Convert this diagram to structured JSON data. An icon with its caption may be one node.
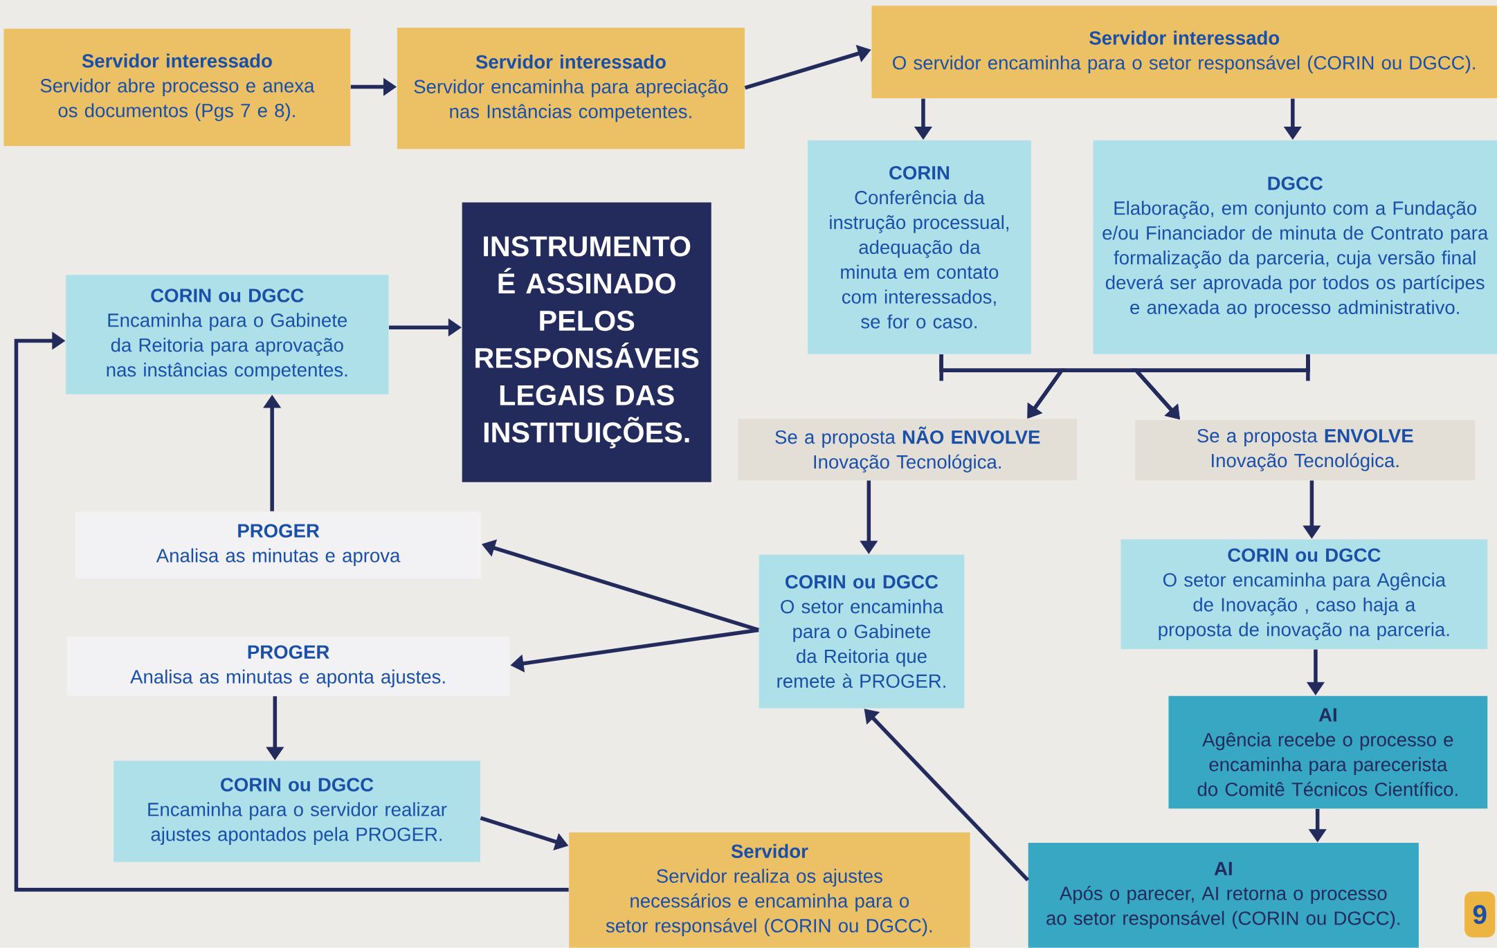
{
  "diagram": {
    "nodes": [
      {
        "text": [
          "Servidor interessado",
          "Servidor abre processo e anexa os documentos (Pgs 7 e 8)."
        ]
      },
      {
        "text": [
          "Servidor interessado",
          "Servidor encaminha para apreciação nas Instâncias competentes."
        ]
      },
      {
        "text": [
          "Servidor interessado",
          "O  servidor encaminha para o setor responsável (CORIN ou DGCC)."
        ]
      },
      {
        "text": [
          "CORIN",
          "Conferência da instrução processual, adequação da minuta em contato com interessados, se for o caso."
        ]
      },
      {
        "text": [
          "DGCC",
          "Elaboração, em conjunto com a Fundação e/ou Financiador de minuta de Contrato para formalização da parceria, cuja versão final deverá ser aprovada por todos os partícipes e anexada ao processo administrativo."
        ]
      },
      {
        "text": [
          "INSTRUMENTO É ASSINADO PELOS RESPONSÁVEIS LEGAIS DAS INSTITUIÇÕES."
        ]
      },
      {
        "text": [
          "CORIN ou DGCC",
          "Encaminha para o Gabinete da Reitoria para aprovação nas instâncias competentes."
        ]
      },
      {
        "text": [
          "Se a proposta **NÃO ENVOLVE** Inovação Tecnológica."
        ]
      },
      {
        "text": [
          "Se a proposta **ENVOLVE** Inovação Tecnológica."
        ]
      },
      {
        "text": [
          "PROGER",
          "Analisa as minutas e aprova"
        ]
      },
      {
        "text": [
          "CORIN ou DGCC",
          "O setor encaminha para o Gabinete da Reitoria que remete à PROGER."
        ]
      },
      {
        "text": [
          "CORIN ou DGCC",
          "O setor encaminha para Agência de Inovação , caso haja a proposta de inovação na parceria."
        ]
      },
      {
        "text": [
          "PROGER",
          "Analisa as minutas e aponta ajustes."
        ]
      },
      {
        "text": [
          "AI",
          "Agência recebe o processo e encaminha para parecerista do Comitê Técnicos Científico."
        ]
      },
      {
        "text": [
          "CORIN ou DGCC",
          "Encaminha para o servidor realizar ajustes apontados pela PROGER."
        ]
      },
      {
        "text": [
          "Servidor",
          "Servidor realiza os ajustes necessários e encaminha para o setor responsável (CORIN ou DGCC)."
        ]
      },
      {
        "text": [
          "AI",
          "Após o parecer, AI retorna o processo ao setor responsável (CORIN ou DGCC)."
        ]
      }
    ],
    "edges": [
      {
        "from": 0,
        "to": 1,
        "arrow": "to"
      },
      {
        "from": 1,
        "to": 2,
        "arrow": "to"
      },
      {
        "from": 2,
        "to": 3,
        "arrow": "to"
      },
      {
        "from": 2,
        "to": 4,
        "arrow": "to"
      },
      {
        "from": 3,
        "to": 7,
        "arrow": "to"
      },
      {
        "from": 4,
        "to": 7,
        "arrow": "to"
      },
      {
        "from": 3,
        "to": 8,
        "arrow": "to"
      },
      {
        "from": 4,
        "to": 8,
        "arrow": "to"
      },
      {
        "from": 7,
        "to": 10,
        "arrow": "to"
      },
      {
        "from": 8,
        "to": 11,
        "arrow": "to"
      },
      {
        "from": 11,
        "to": 13,
        "arrow": "to"
      },
      {
        "from": 13,
        "to": 16,
        "arrow": "to"
      },
      {
        "from": 16,
        "to": 10,
        "arrow": "to"
      },
      {
        "from": 10,
        "to": 9,
        "arrow": "to"
      },
      {
        "from": 10,
        "to": 12,
        "arrow": "to"
      },
      {
        "from": 9,
        "to": 6,
        "arrow": "to"
      },
      {
        "from": 12,
        "to": 14,
        "arrow": "to"
      },
      {
        "from": 14,
        "to": 15,
        "arrow": "to"
      },
      {
        "from": 15,
        "to": 6,
        "arrow": "to"
      },
      {
        "from": 6,
        "to": 5,
        "arrow": "to"
      }
    ],
    "labels": [
      "9"
    ]
  }
}
